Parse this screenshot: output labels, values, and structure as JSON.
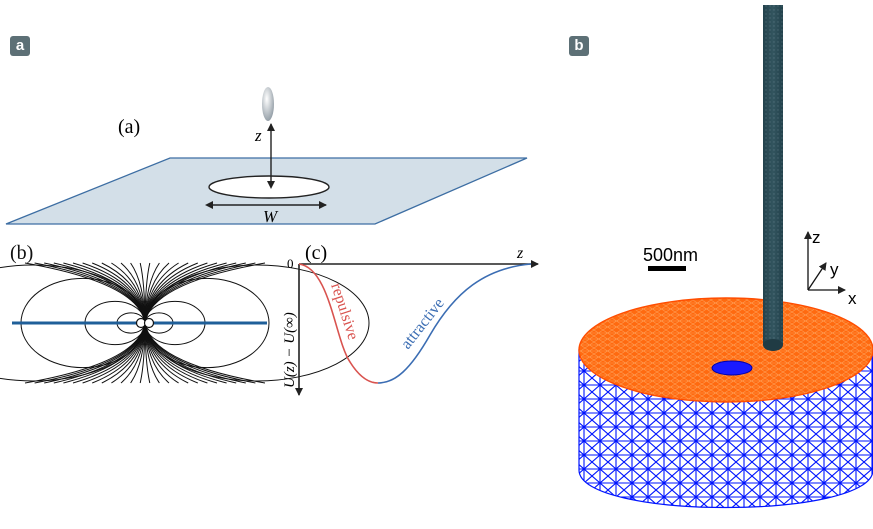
{
  "panel_a": {
    "badge": "a",
    "sub_a_label": "(a)",
    "sub_b_label": "(b)",
    "sub_c_label": "(c)",
    "z_label": "z",
    "w_label": "W",
    "curve_zero": "0",
    "curve_z_axis": "z",
    "curve_y_axis": "U(z) − U(∞)",
    "repulsive_label": "repulsive",
    "attractive_label": "attractive",
    "colors": {
      "plane_fill": "#d3dfe8",
      "plane_edge": "#3d6ea3",
      "repulsive": "#d9534f",
      "attractive": "#3b6db3",
      "dipole_line": "#1f5f99"
    }
  },
  "panel_b": {
    "badge": "b",
    "scale_label": "500nm",
    "axis_z": "z",
    "axis_y": "y",
    "axis_x": "x",
    "colors": {
      "mesh_top": "#ff5a00",
      "mesh_side": "#0000ff",
      "probe": "#244550"
    }
  }
}
